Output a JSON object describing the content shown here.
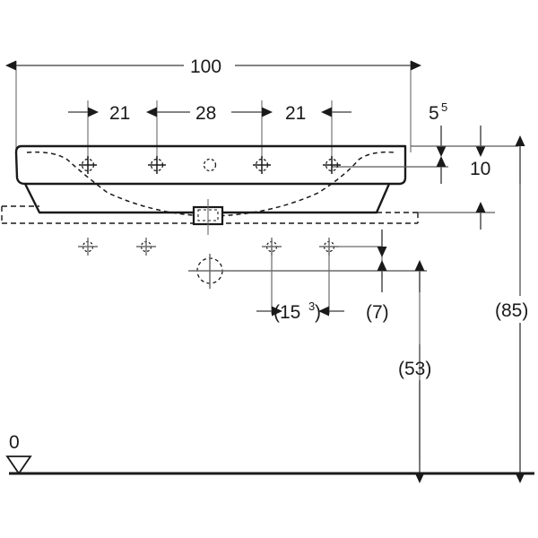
{
  "drawing": {
    "title": "Washbasin technical dimension drawing",
    "units_note": "",
    "colors": {
      "outline": "#1a1a1a",
      "dimension_line": "#5a5a5a",
      "hidden_line": "#1a1a1a",
      "centerline": "#6a6a6a",
      "background": "#ffffff",
      "text": "#1a1a1a"
    },
    "dimensions": {
      "overall_width": {
        "label": "100",
        "name": "overall-width"
      },
      "tap_hole_left_spacing": {
        "label": "21",
        "name": "left-tap-spacing"
      },
      "tap_hole_center_spacing": {
        "label": "28",
        "name": "center-tap-spacing"
      },
      "tap_hole_right_spacing": {
        "label": "21",
        "name": "right-tap-spacing"
      },
      "rim_thickness": {
        "label": "5",
        "superscript": "5",
        "name": "rim-thickness"
      },
      "basin_height": {
        "label": "10",
        "name": "basin-height"
      },
      "bracket_offset": {
        "label": "(15",
        "superscript": "3",
        "label_close": ")",
        "full": "(15³)",
        "name": "bracket-offset"
      },
      "bracket_gap": {
        "label": "(7)",
        "name": "bracket-gap"
      },
      "trap_drop": {
        "label": "(53)",
        "name": "trap-drop"
      },
      "mounting_height": {
        "label": "(85)",
        "name": "mounting-height"
      }
    },
    "datum": {
      "label": "0",
      "name": "floor-datum"
    }
  }
}
